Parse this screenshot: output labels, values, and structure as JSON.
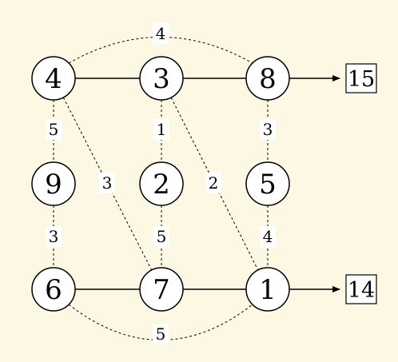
{
  "colors": {
    "background": "#fdf8e4",
    "stroke": "#000000",
    "label_bg": "#ffffff"
  },
  "nodes": [
    {
      "id": "A",
      "label": "4"
    },
    {
      "id": "B",
      "label": "3"
    },
    {
      "id": "C",
      "label": "8"
    },
    {
      "id": "D",
      "label": "9"
    },
    {
      "id": "E",
      "label": "2"
    },
    {
      "id": "F",
      "label": "5"
    },
    {
      "id": "G",
      "label": "6"
    },
    {
      "id": "H",
      "label": "7"
    },
    {
      "id": "I",
      "label": "1"
    }
  ],
  "solid_edges": [
    {
      "from": "A",
      "to": "B"
    },
    {
      "from": "B",
      "to": "C"
    },
    {
      "from": "G",
      "to": "H"
    },
    {
      "from": "H",
      "to": "I"
    }
  ],
  "dashed_edges": [
    {
      "from": "A",
      "to": "D",
      "label": "5"
    },
    {
      "from": "B",
      "to": "E",
      "label": "1"
    },
    {
      "from": "C",
      "to": "F",
      "label": "3"
    },
    {
      "from": "D",
      "to": "G",
      "label": "3"
    },
    {
      "from": "E",
      "to": "H",
      "label": "5"
    },
    {
      "from": "F",
      "to": "I",
      "label": "4"
    },
    {
      "from": "A",
      "to": "H",
      "label": "3"
    },
    {
      "from": "B",
      "to": "I",
      "label": "2"
    }
  ],
  "arcs": [
    {
      "from": "A",
      "to": "C",
      "label": "4",
      "side": "top"
    },
    {
      "from": "G",
      "to": "I",
      "label": "5",
      "side": "bottom"
    }
  ],
  "outputs": [
    {
      "from": "C",
      "value": "15"
    },
    {
      "from": "I",
      "value": "14"
    }
  ]
}
